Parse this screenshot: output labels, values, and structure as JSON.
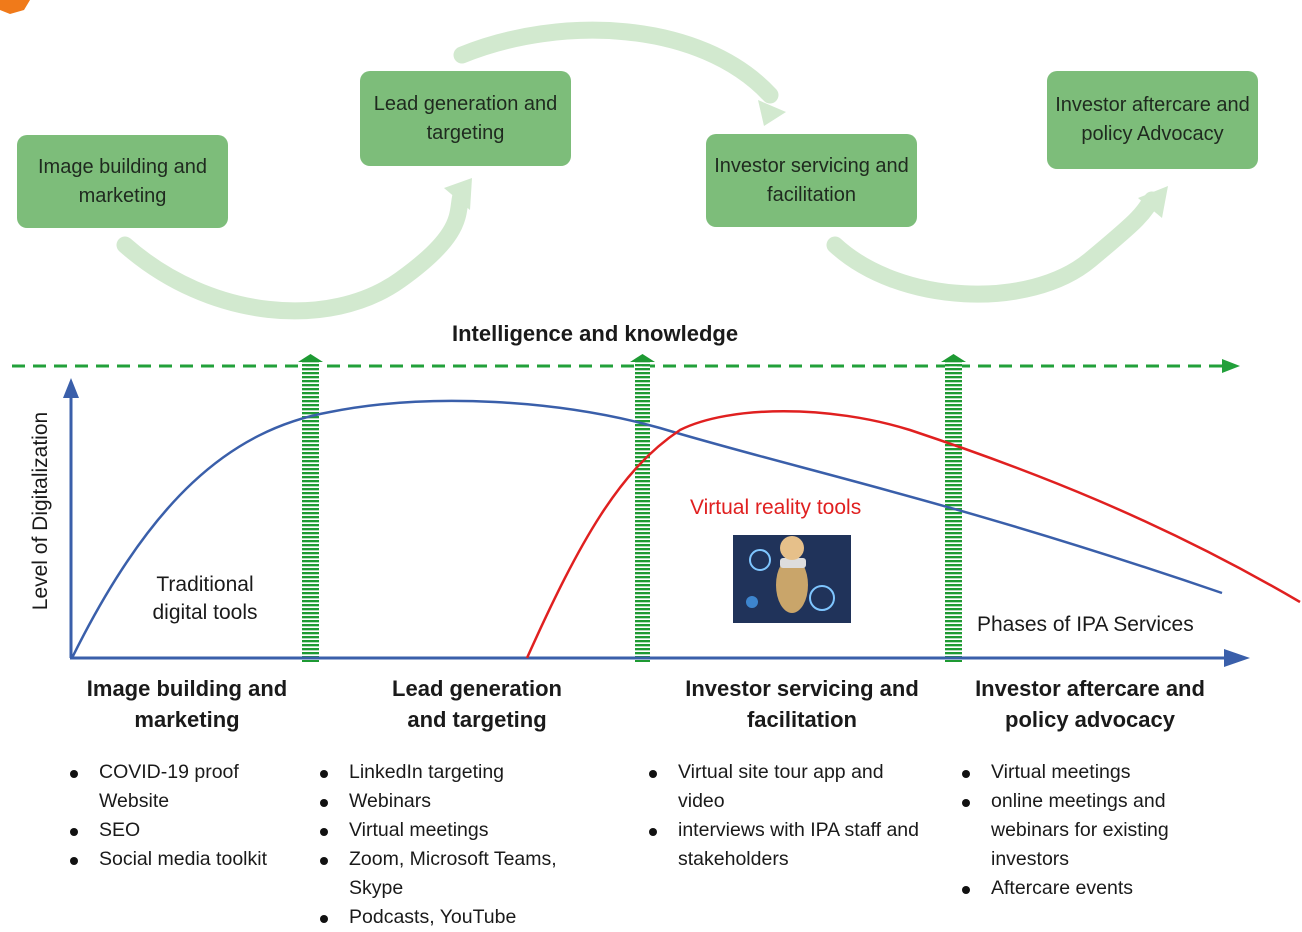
{
  "process_boxes": [
    "Image building and marketing",
    "Lead generation and targeting",
    "Investor servicing and facilitation",
    "Investor aftercare and policy Advocacy"
  ],
  "knowledge_label": "Intelligence and knowledge",
  "y_axis_label": "Level of Digitalization",
  "x_axis_label": "Phases of IPA Services",
  "traditional_label": "Traditional digital tools",
  "vr_label": "Virtual reality tools",
  "phases": [
    {
      "title": "Image building and marketing",
      "items": [
        "COVID-19 proof Website",
        "SEO",
        "Social media toolkit"
      ]
    },
    {
      "title": "Lead generation and targeting",
      "items": [
        "LinkedIn targeting",
        "Webinars",
        "Virtual meetings",
        "Zoom, Microsoft Teams, Skype",
        "Podcasts, YouTube"
      ]
    },
    {
      "title": "Investor servicing and facilitation",
      "items": [
        "Virtual site tour app and video",
        "interviews with IPA staff and stakeholders"
      ]
    },
    {
      "title": "Investor aftercare and policy advocacy",
      "items": [
        "Virtual meetings",
        "online meetings and webinars for existing investors",
        "Aftercare events"
      ]
    }
  ],
  "colors": {
    "box_fill": "#7dbd7a",
    "flow_arrow": "#cfe8cc",
    "dashed_line": "#22a03a",
    "axis": "#3a5faa",
    "traditional_curve": "#3a5faa",
    "vr_curve": "#e02020",
    "vr_text": "#e02020"
  }
}
